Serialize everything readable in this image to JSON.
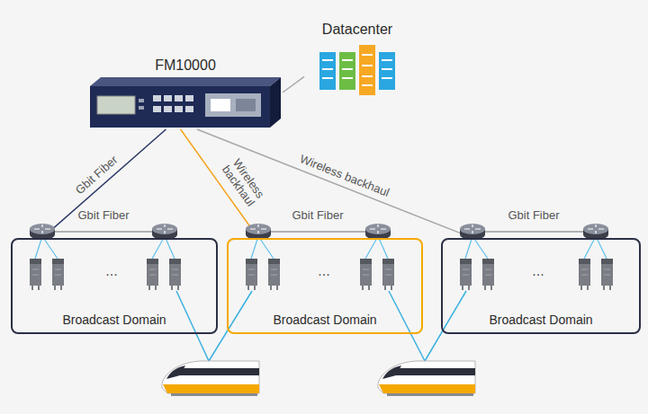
{
  "diagram": {
    "nodes": [
      {
        "text": [
          "Datacenter"
        ]
      },
      {
        "text": [
          "FM10000"
        ]
      },
      {
        "text": [
          "Broadcast Domain"
        ]
      },
      {
        "text": [
          "Broadcast Domain"
        ]
      },
      {
        "text": [
          "Broadcast Domain"
        ]
      }
    ],
    "edges": [
      {
        "from": 1,
        "to": 0,
        "arrow": "none"
      },
      {
        "from": 1,
        "to": 2,
        "label": "Gbit Fiber",
        "arrow": "none"
      },
      {
        "from": 1,
        "to": 3,
        "label": "Wireless backhaul",
        "arrow": "none"
      },
      {
        "from": 1,
        "to": 4,
        "label": "Wireless backhaul",
        "arrow": "none"
      }
    ],
    "labels": [
      "Gbit Fiber",
      "Gbit Fiber",
      "Gbit Fiber",
      "...",
      "...",
      "..."
    ]
  }
}
